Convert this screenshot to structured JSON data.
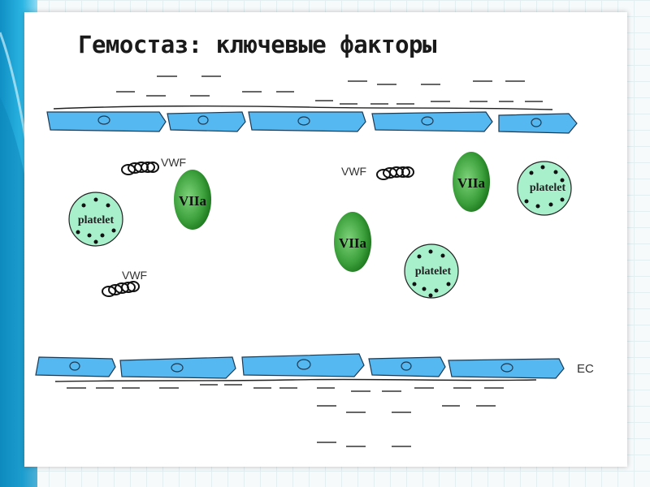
{
  "slide": {
    "title": "Гемостаз: ключевые факторы"
  },
  "diagram": {
    "labels": {
      "vwf": "VWF",
      "platelet": "platelet",
      "factor_viia": "VIIa",
      "endothelial_cell": "EC"
    },
    "colors": {
      "endothelial_cell": "#55b8f0",
      "platelet": "#a8f0cc",
      "factor_viia_light": "#7ed37a",
      "factor_viia_dark": "#1f7a1f",
      "side_band": "#1aa7d8"
    }
  }
}
